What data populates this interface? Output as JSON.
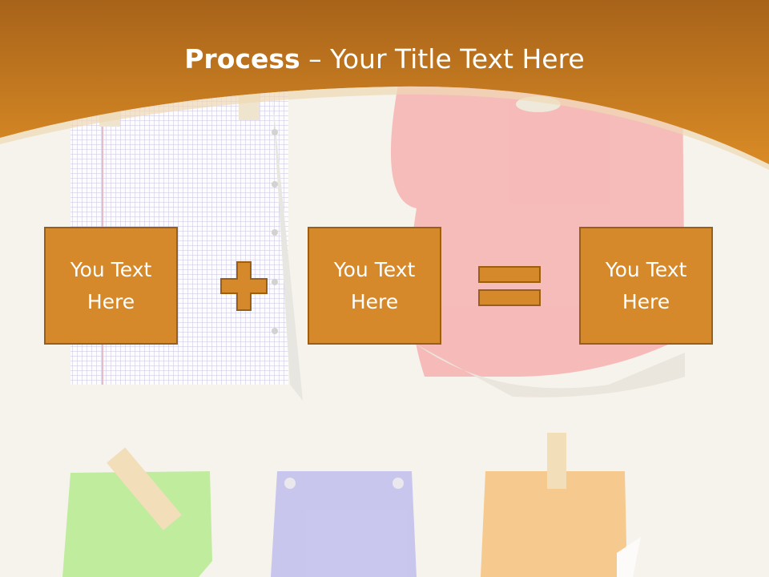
{
  "slide": {
    "title_bold": "Process",
    "title_rest": " – Your Title Text Here",
    "boxes": [
      {
        "text": "You Text Here"
      },
      {
        "text": "You Text Here"
      },
      {
        "text": "You Text Here"
      }
    ],
    "operators": [
      "plus-icon",
      "equals-icon"
    ]
  },
  "colors": {
    "header": "#cf8623",
    "box_fill": "#d6892a",
    "box_border": "#9c5e12",
    "background": "#f6f3ec"
  }
}
